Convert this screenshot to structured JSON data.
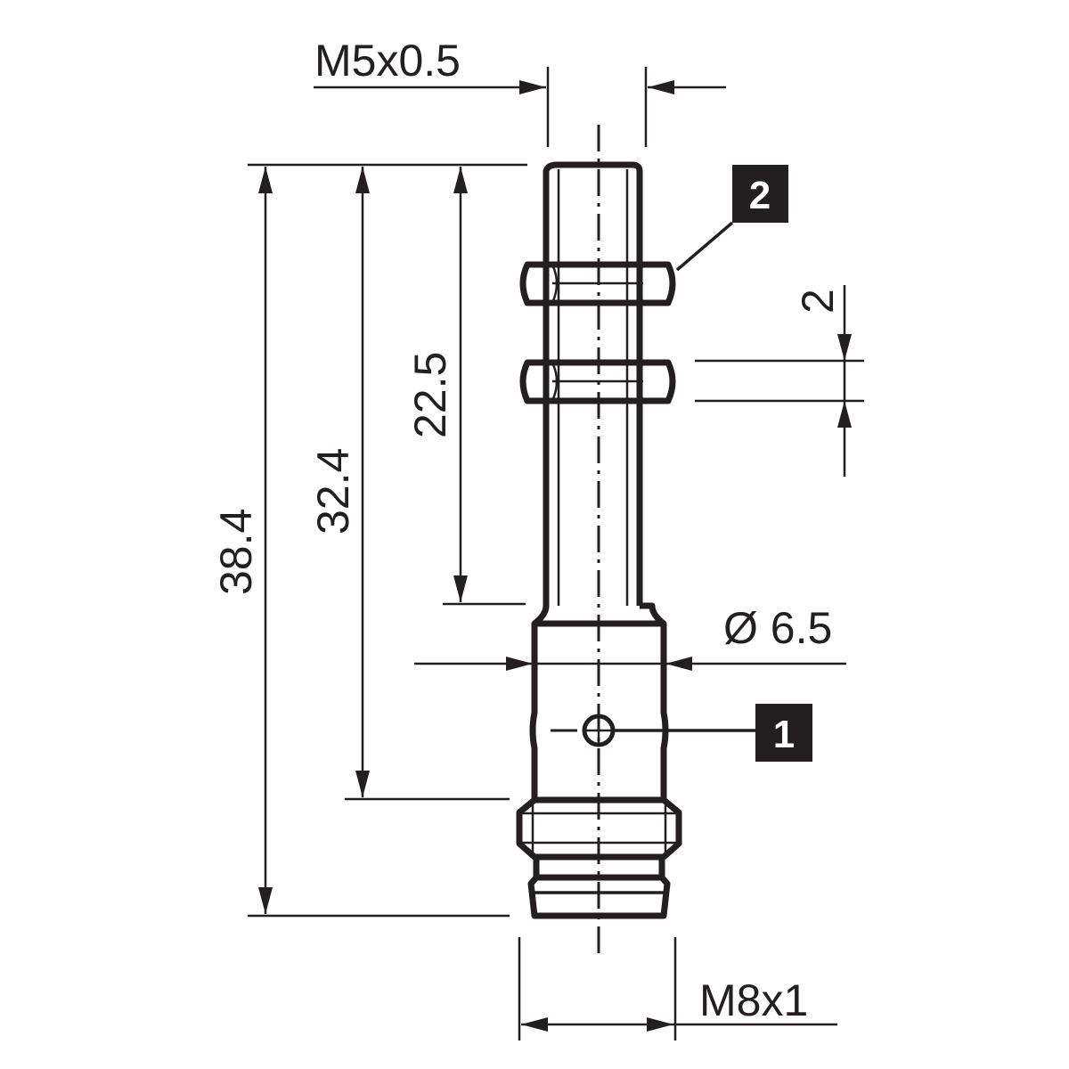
{
  "dimensions": {
    "thread_top": "M5x0.5",
    "thread_bottom": "M8x1",
    "diameter": "Ø 6.5",
    "nut_gap": "2",
    "len_total": "38.4",
    "len_mid": "32.4",
    "len_thread": "22.5"
  },
  "callouts": [
    "1",
    "2"
  ],
  "colors": {
    "line": "#231f20",
    "label_bg": "#231f20"
  }
}
